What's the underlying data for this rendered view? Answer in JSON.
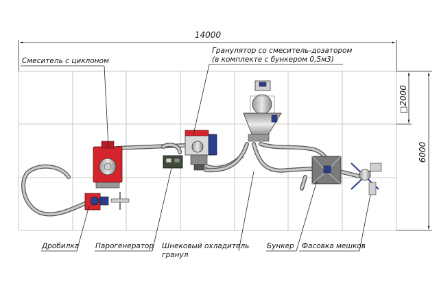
{
  "dimensions": {
    "width": "14000",
    "height": "6000",
    "cell": "2000",
    "square_symbol": "□"
  },
  "labels": {
    "mixer_cyclone": "Смеситель с циклоном",
    "granulator_line1": "Гранулятор со смеситель-дозатором",
    "granulator_line2": "(в комплекте с бункером 0,5м3)",
    "crusher": "Дробилка",
    "steam_generator": "Парогенератор",
    "cooler_line1": "Шнековый охладитель",
    "cooler_line2": "гранул",
    "hopper": "Бункер",
    "bagging": "Фасовка мешков"
  },
  "colors": {
    "equipment_red": "#d4252c",
    "motor_blue": "#2a3d8f",
    "hopper_grey": "#7a7a7a",
    "generator_green": "#3d4a3a"
  }
}
